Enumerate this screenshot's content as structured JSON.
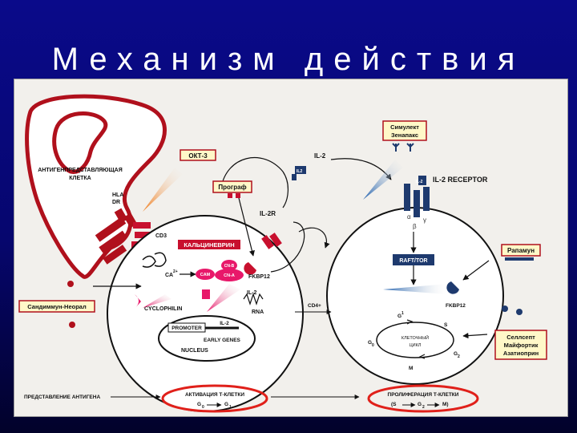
{
  "title": "Механизм действия",
  "drugs": {
    "okt3": "ОКТ-3",
    "prograf": "Програф",
    "simulect": [
      "Симулект",
      "Зенапакс"
    ],
    "rapamune": "Рапамун",
    "sandimmun": "Сандиммун-Неорал",
    "cellcept": [
      "Селлсепт",
      "Майфортик",
      "Азатиоприн"
    ]
  },
  "labels": {
    "apc": [
      "АНТИГЕНПРЕДСТАВЛЯЮЩАЯ",
      "КЛЕТКА"
    ],
    "hla": [
      "HLA",
      "DR"
    ],
    "cd3": "CD3",
    "calcineurin": "КАЛЬЦИНЕВРИН",
    "ca": "CA",
    "ca_sup": "2+",
    "cam": "CAM",
    "cn_b": "CN-B",
    "cn_a": "CN-A",
    "fkbp12": "FKBP12",
    "il2r": "IL-2R",
    "il2_top": "IL-2",
    "il2_small": "IL2",
    "il2_receptor": "IL-2 RECEPTOR",
    "il2_rr": "IL-2",
    "alpha": "α",
    "beta": "β",
    "gamma": "γ",
    "cyclophilin": "CYCLOPHILIN",
    "il2_rna": [
      "IL-2",
      "RNA"
    ],
    "promoter": "PROMOTER",
    "il2_gene": "IL-2",
    "early_genes": "EARLY GENES",
    "nucleus": "NUCLEUS",
    "cd4": "CD4+",
    "raft_tor": "RAFT/TOR",
    "fkbp12_right": "FKBP12",
    "g1": "G",
    "g1_sub": "1",
    "s": "S",
    "g0": "G",
    "g0_sub": "0",
    "cell_cycle": [
      "КЛЕТОЧНЫЙ",
      "ЦИКЛ"
    ],
    "g2": "G",
    "g2_sub": "2",
    "m": "M",
    "antigen_presentation": "ПРЕДСТАВЛЕНИЕ АНТИГЕНА",
    "t_activation": "АКТИВАЦИЯ Т-КЛЕТКИ",
    "act_g0": "G",
    "act_g0_sub": "0",
    "act_g1": "G",
    "act_g1_sub": "1",
    "t_proliferation": "ПРОЛИФЕРАЦИЯ Т-КЛЕТКИ",
    "prolif_s": "(S",
    "prolif_g2": "G",
    "prolif_g2_sub": "2",
    "prolif_m": "M)"
  },
  "colors": {
    "background": "#0a0a8a",
    "panel": "#f2f0ec",
    "drug_box": "#fff8c8",
    "accent_red": "#c8102e",
    "cn_pink": "#e8186a",
    "arrow_blue": "#1e5fae",
    "arrow_orange": "#f07a18",
    "oval_red": "#e0201a"
  }
}
